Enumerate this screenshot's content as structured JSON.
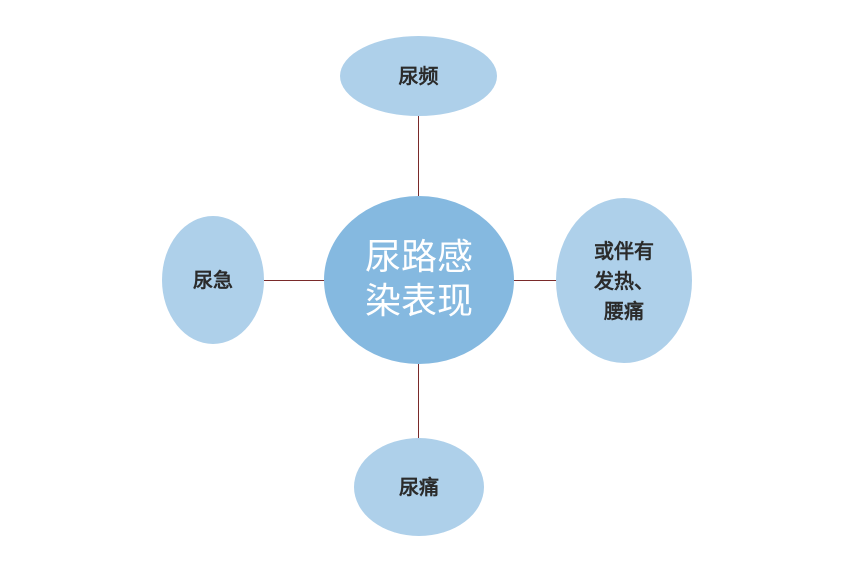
{
  "diagram": {
    "center": {
      "label": "尿路感\n染表现"
    },
    "nodes": {
      "top": {
        "label": "尿频"
      },
      "left": {
        "label": "尿急"
      },
      "right": {
        "label": "或伴有\n发热、\n腰痛"
      },
      "bottom": {
        "label": "尿痛"
      }
    },
    "colors": {
      "center_fill": "#85b9e0",
      "outer_fill": "#aed0ea",
      "connector": "#7a2a2a",
      "center_text": "#ffffff",
      "outer_text": "#2b2b2b"
    }
  }
}
